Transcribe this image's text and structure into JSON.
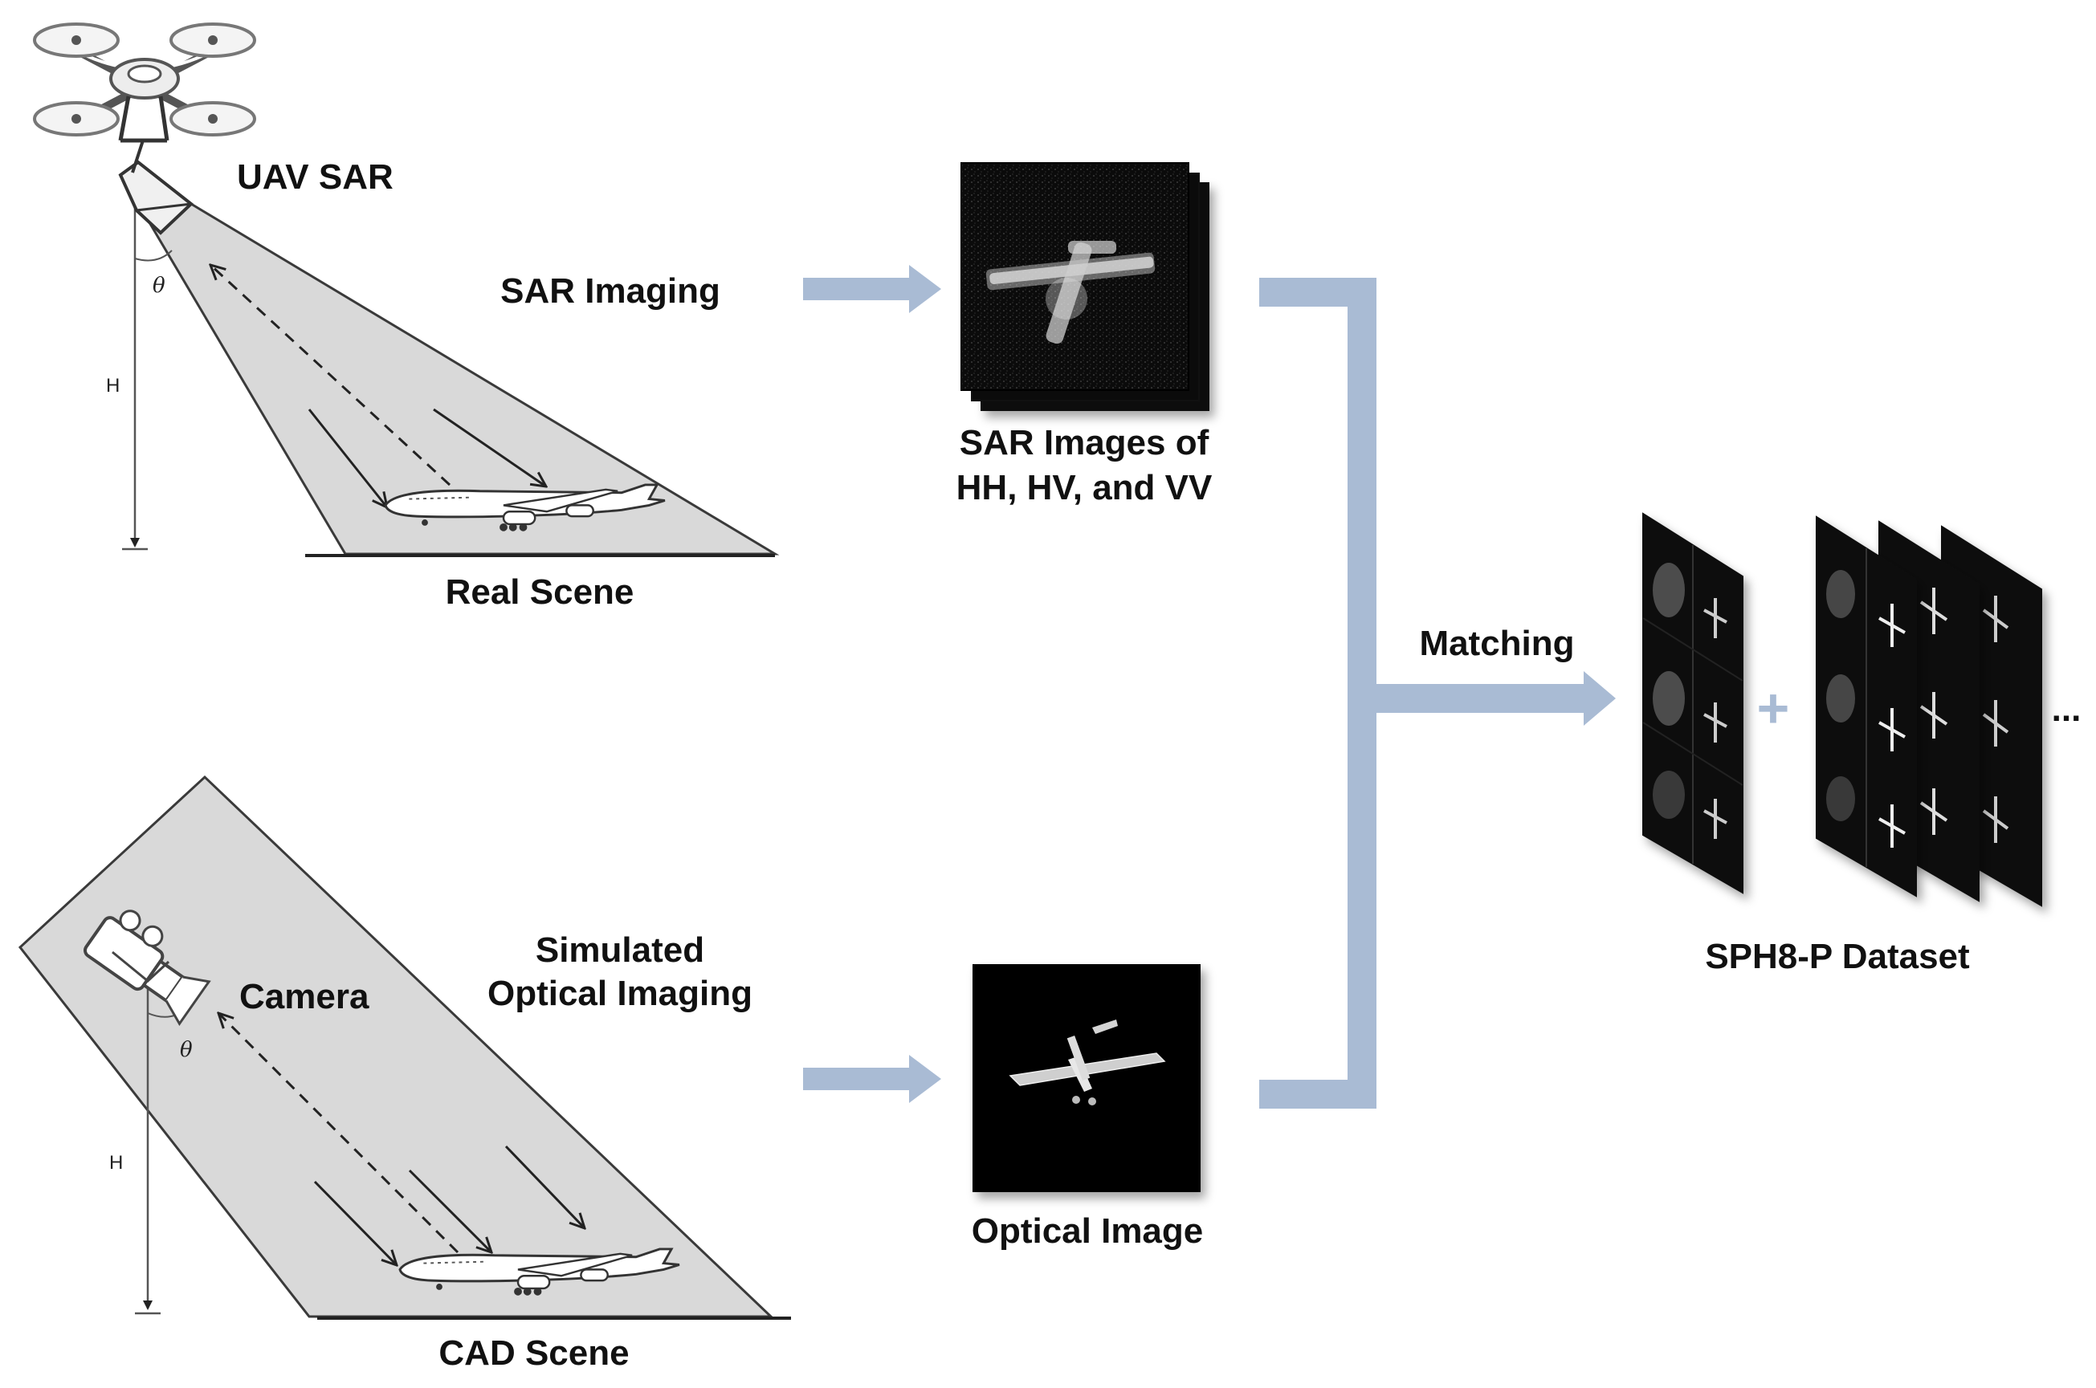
{
  "labels": {
    "uav_sar": "UAV SAR",
    "sar_imaging": "SAR Imaging",
    "real_scene": "Real Scene",
    "sar_images_line1": "SAR Images of",
    "sar_images_line2": "HH, HV, and VV",
    "matching": "Matching",
    "camera": "Camera",
    "sim_optical_line1": "Simulated",
    "sim_optical_line2": "Optical Imaging",
    "optical_image": "Optical Image",
    "cad_scene": "CAD Scene",
    "dataset": "SPH8-P Dataset",
    "ellipsis": "...",
    "plus": "+",
    "height_symbol_top": "H",
    "height_symbol_bottom": "H",
    "theta_top": "θ",
    "theta_bottom": "θ"
  },
  "colors": {
    "flow_arrow": "#a9bbd4",
    "beam_fill": "#d9d9d9",
    "beam_stroke": "#3a3a3a",
    "image_bg": "#0a0a0a",
    "text": "#111111"
  },
  "icons": {
    "uav": "quadcopter-drone-icon",
    "camera": "video-camera-icon",
    "aircraft": "airliner-icon"
  }
}
